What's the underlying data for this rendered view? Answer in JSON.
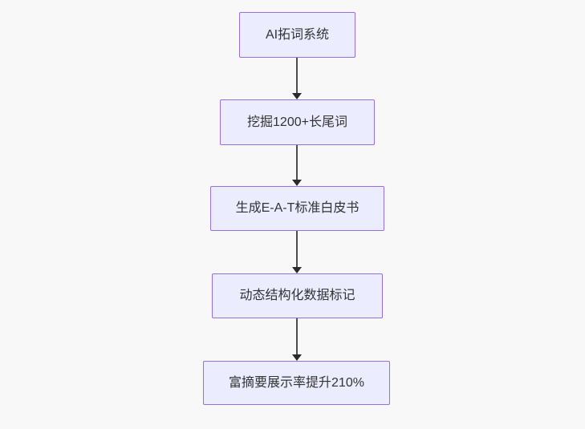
{
  "diagram": {
    "type": "flowchart",
    "direction": "top-down",
    "nodes": [
      {
        "label": "AI拓词系统"
      },
      {
        "label": "挖掘1200+长尾词"
      },
      {
        "label": "生成E-A-T标准白皮书"
      },
      {
        "label": "动态结构化数据标记"
      },
      {
        "label": "富摘要展示率提升210%"
      }
    ],
    "edges": [
      {
        "from": 0,
        "to": 1
      },
      {
        "from": 1,
        "to": 2
      },
      {
        "from": 2,
        "to": 3
      },
      {
        "from": 3,
        "to": 4
      }
    ],
    "colors": {
      "node_fill": "#ECECFF",
      "node_border": "#9370DB",
      "arrow": "#333333",
      "text": "#333333",
      "background": "#f8f8f8"
    }
  }
}
